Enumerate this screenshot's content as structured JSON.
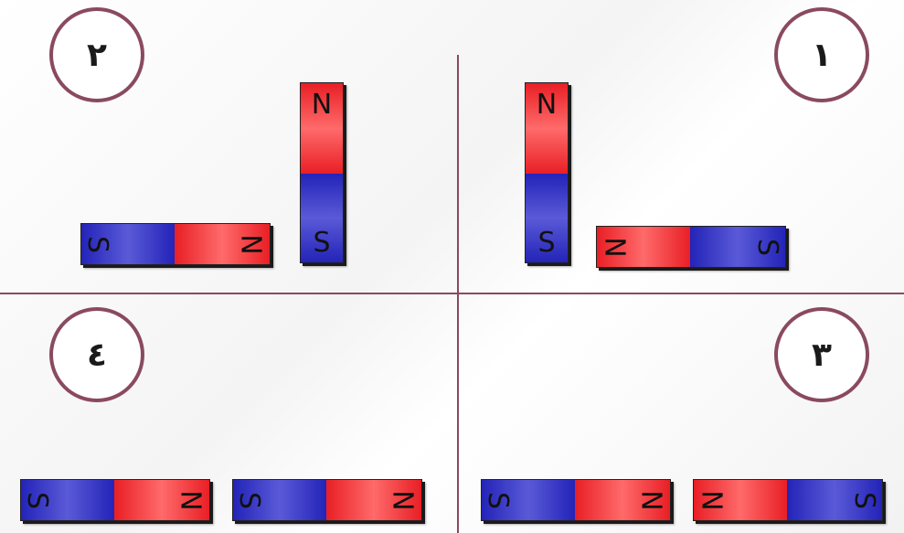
{
  "badges": {
    "one": "١",
    "two": "٢",
    "three": "٣",
    "four": "٤"
  },
  "poles": {
    "north": "N",
    "south": "S"
  },
  "colors": {
    "north": "#e81f25",
    "south": "#2323b8",
    "divider": "#8a4a5e"
  }
}
